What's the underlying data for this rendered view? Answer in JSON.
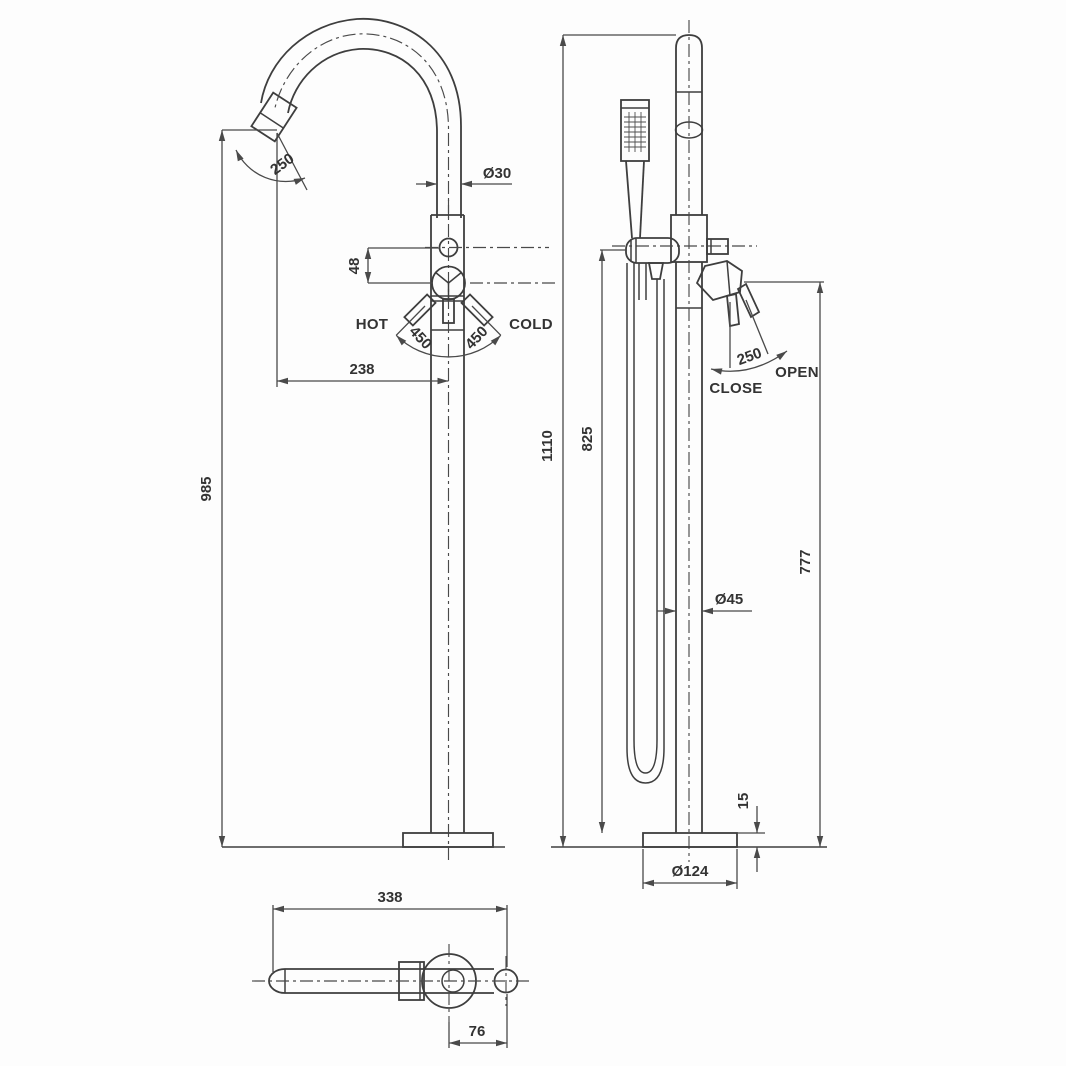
{
  "colors": {
    "background": "#fdfdfd",
    "line": "#3e3e3e",
    "dimension_line": "#4a4a4a",
    "text": "#333333"
  },
  "front_view": {
    "spout_swing_angle": "250",
    "spout_pipe_diameter": "Ø30",
    "cartridge_spacing": "48",
    "hot_label": "HOT",
    "cold_label": "COLD",
    "hot_swing_angle": "450",
    "cold_swing_angle": "450",
    "spout_reach": "238",
    "overall_height": "985"
  },
  "side_view": {
    "total_height": "1110",
    "hose_outlet_height": "825",
    "lever_swing_angle": "250",
    "open_label": "OPEN",
    "close_label": "CLOSE",
    "lever_height": "777",
    "column_diameter": "Ø45",
    "base_thickness": "15",
    "base_diameter": "Ø124"
  },
  "plan_view": {
    "overall_length": "338",
    "spout_to_column_offset": "76"
  }
}
